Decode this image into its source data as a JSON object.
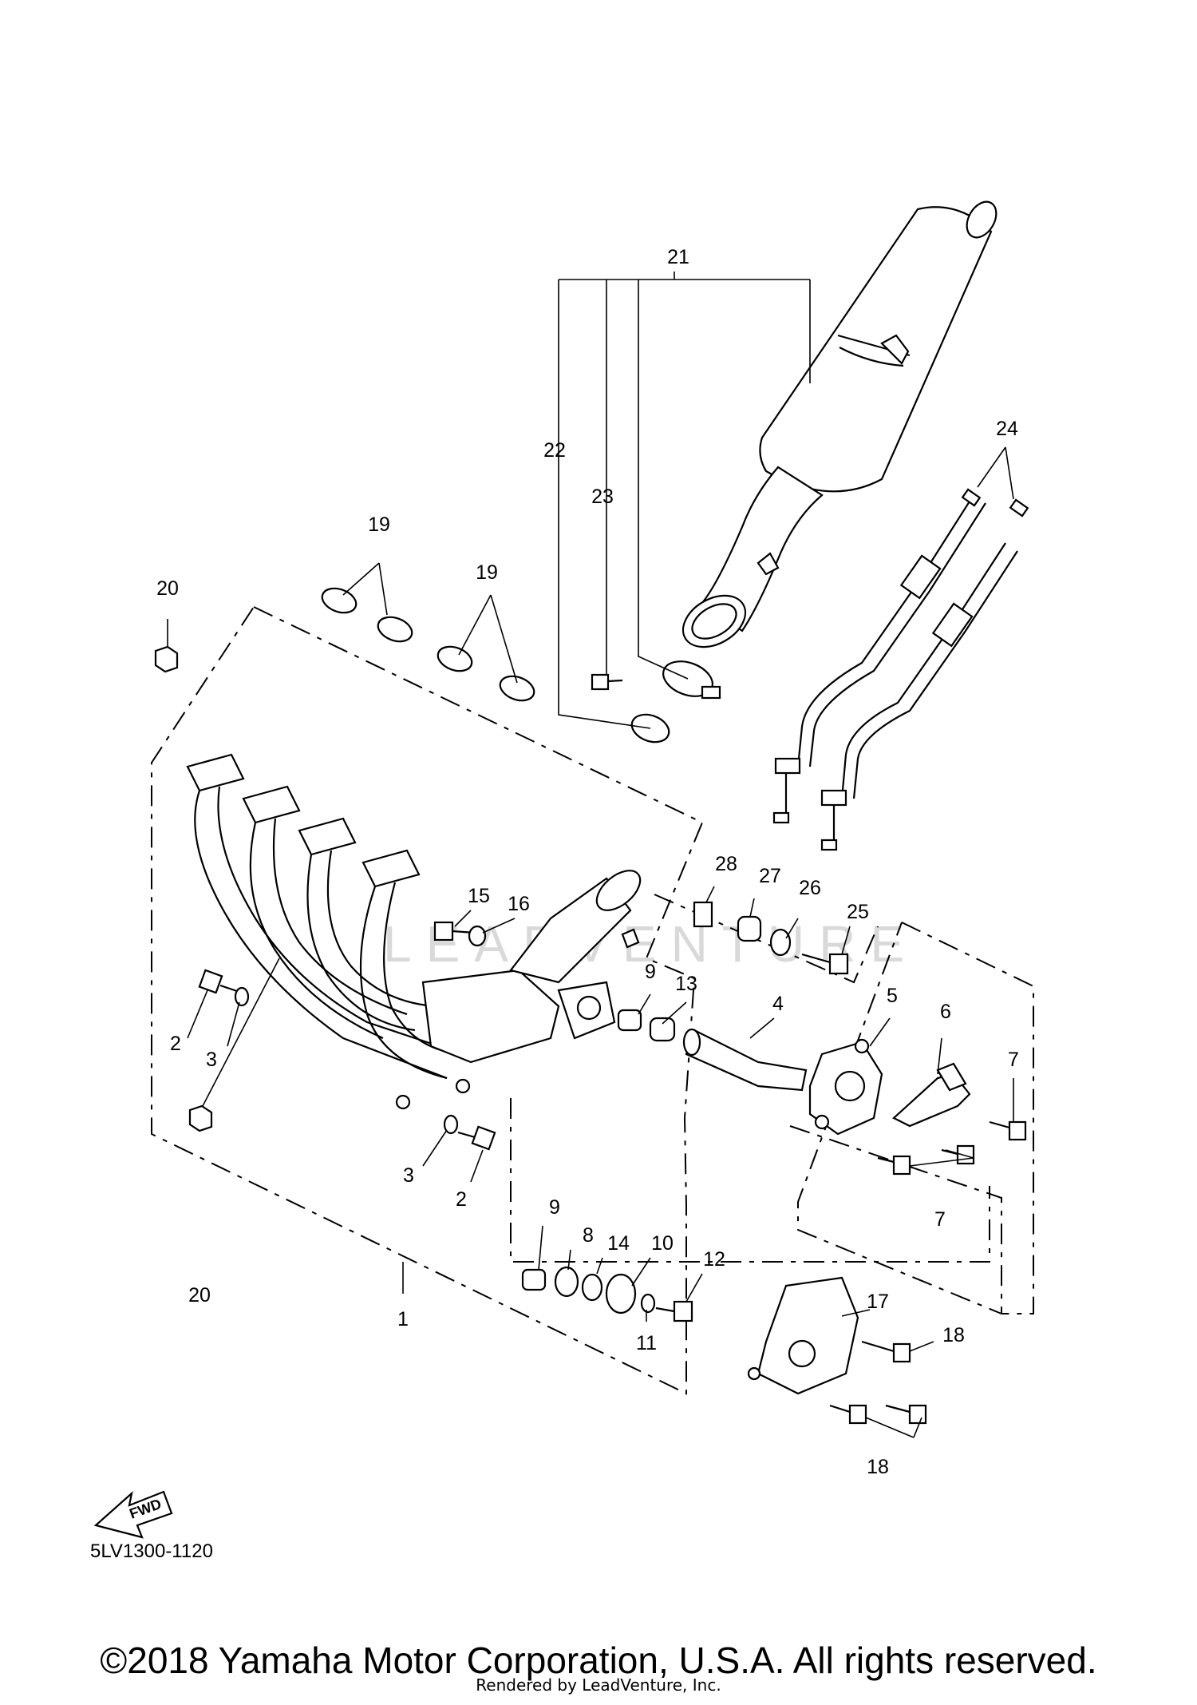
{
  "diagram_code": "5LV1300-1120",
  "fwd_label": "FWD",
  "copyright": "©2018 Yamaha Motor Corporation, U.S.A. All rights reserved.",
  "rendered_by": "Rendered by LeadVenture, Inc.",
  "watermark": "LEADVENTURE",
  "callouts": [
    "1",
    "2",
    "3",
    "4",
    "5",
    "6",
    "7",
    "8",
    "9",
    "10",
    "11",
    "12",
    "13",
    "14",
    "15",
    "16",
    "17",
    "18",
    "19",
    "20",
    "21",
    "22",
    "23",
    "24",
    "25",
    "26",
    "27",
    "28"
  ]
}
